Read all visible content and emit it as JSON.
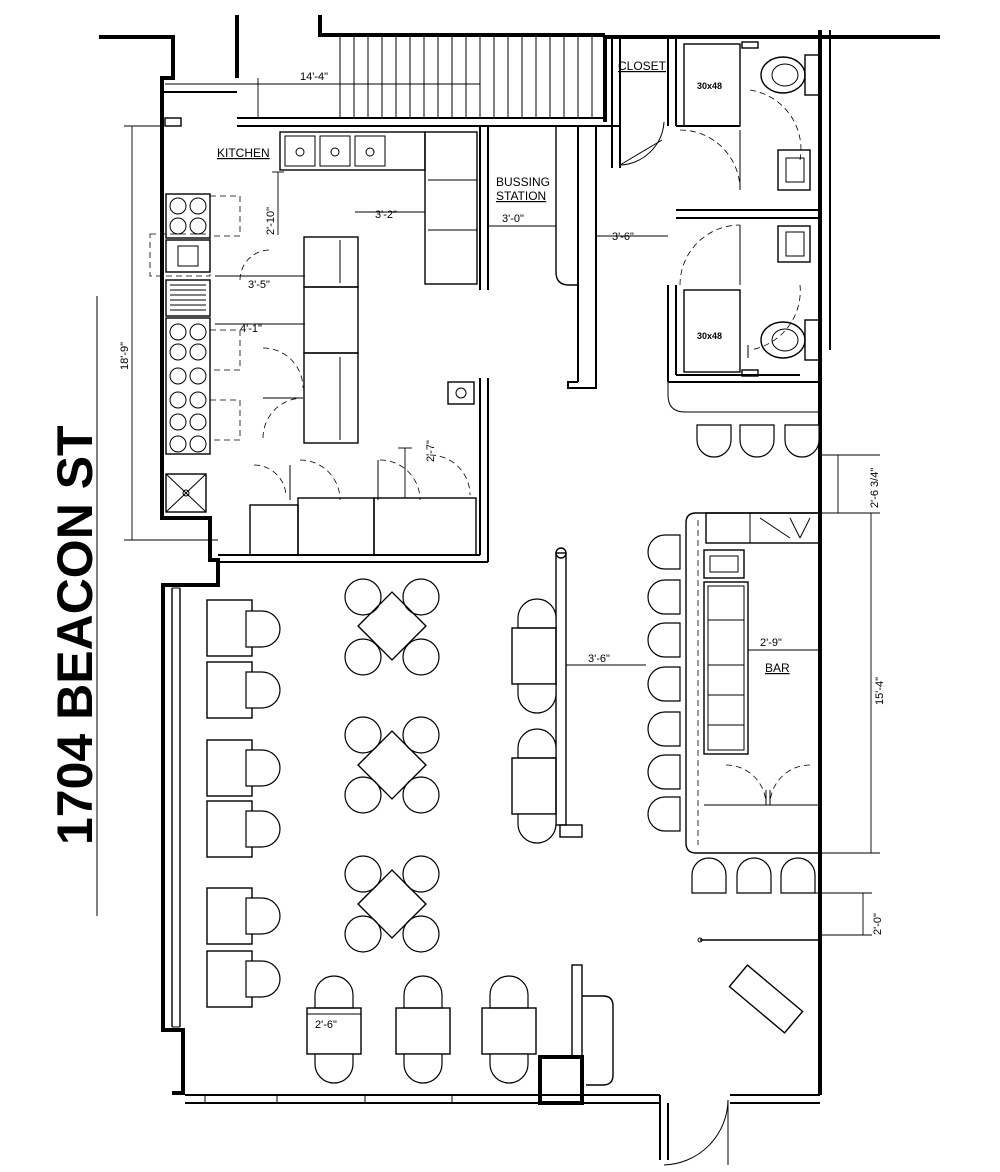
{
  "title": "1704 BEACON ST",
  "rooms": {
    "kitchen": "KITCHEN",
    "closet": "CLOSET",
    "bussing_line1": "BUSSING",
    "bussing_line2": "STATION",
    "bar": "BAR"
  },
  "fixtures": {
    "accessible_stall_a": "30x48",
    "accessible_stall_b": "30x48"
  },
  "dimensions": {
    "top_width": "14'-4\"",
    "kitchen_depth": "18'-9\"",
    "kitchen_counter_gap": "2'-10\"",
    "prep_gap": "3'-2\"",
    "line_aisle_a": "3'-5\"",
    "line_aisle_b": "4'-1\"",
    "bussing_width": "3'-0\"",
    "restroom_corridor": "3'-6\"",
    "dish_gap": "2'-7\"",
    "bar_side_gap": "2'-6 3/4\"",
    "bar_length": "15'-4\"",
    "bar_aisle": "3'-6\"",
    "bar_depth": "2'-9\"",
    "bar_end_gap": "2'-0\"",
    "table_width": "2'-6\""
  },
  "colors": {
    "line": "#000000",
    "background": "#ffffff",
    "hatch": "#000000"
  }
}
